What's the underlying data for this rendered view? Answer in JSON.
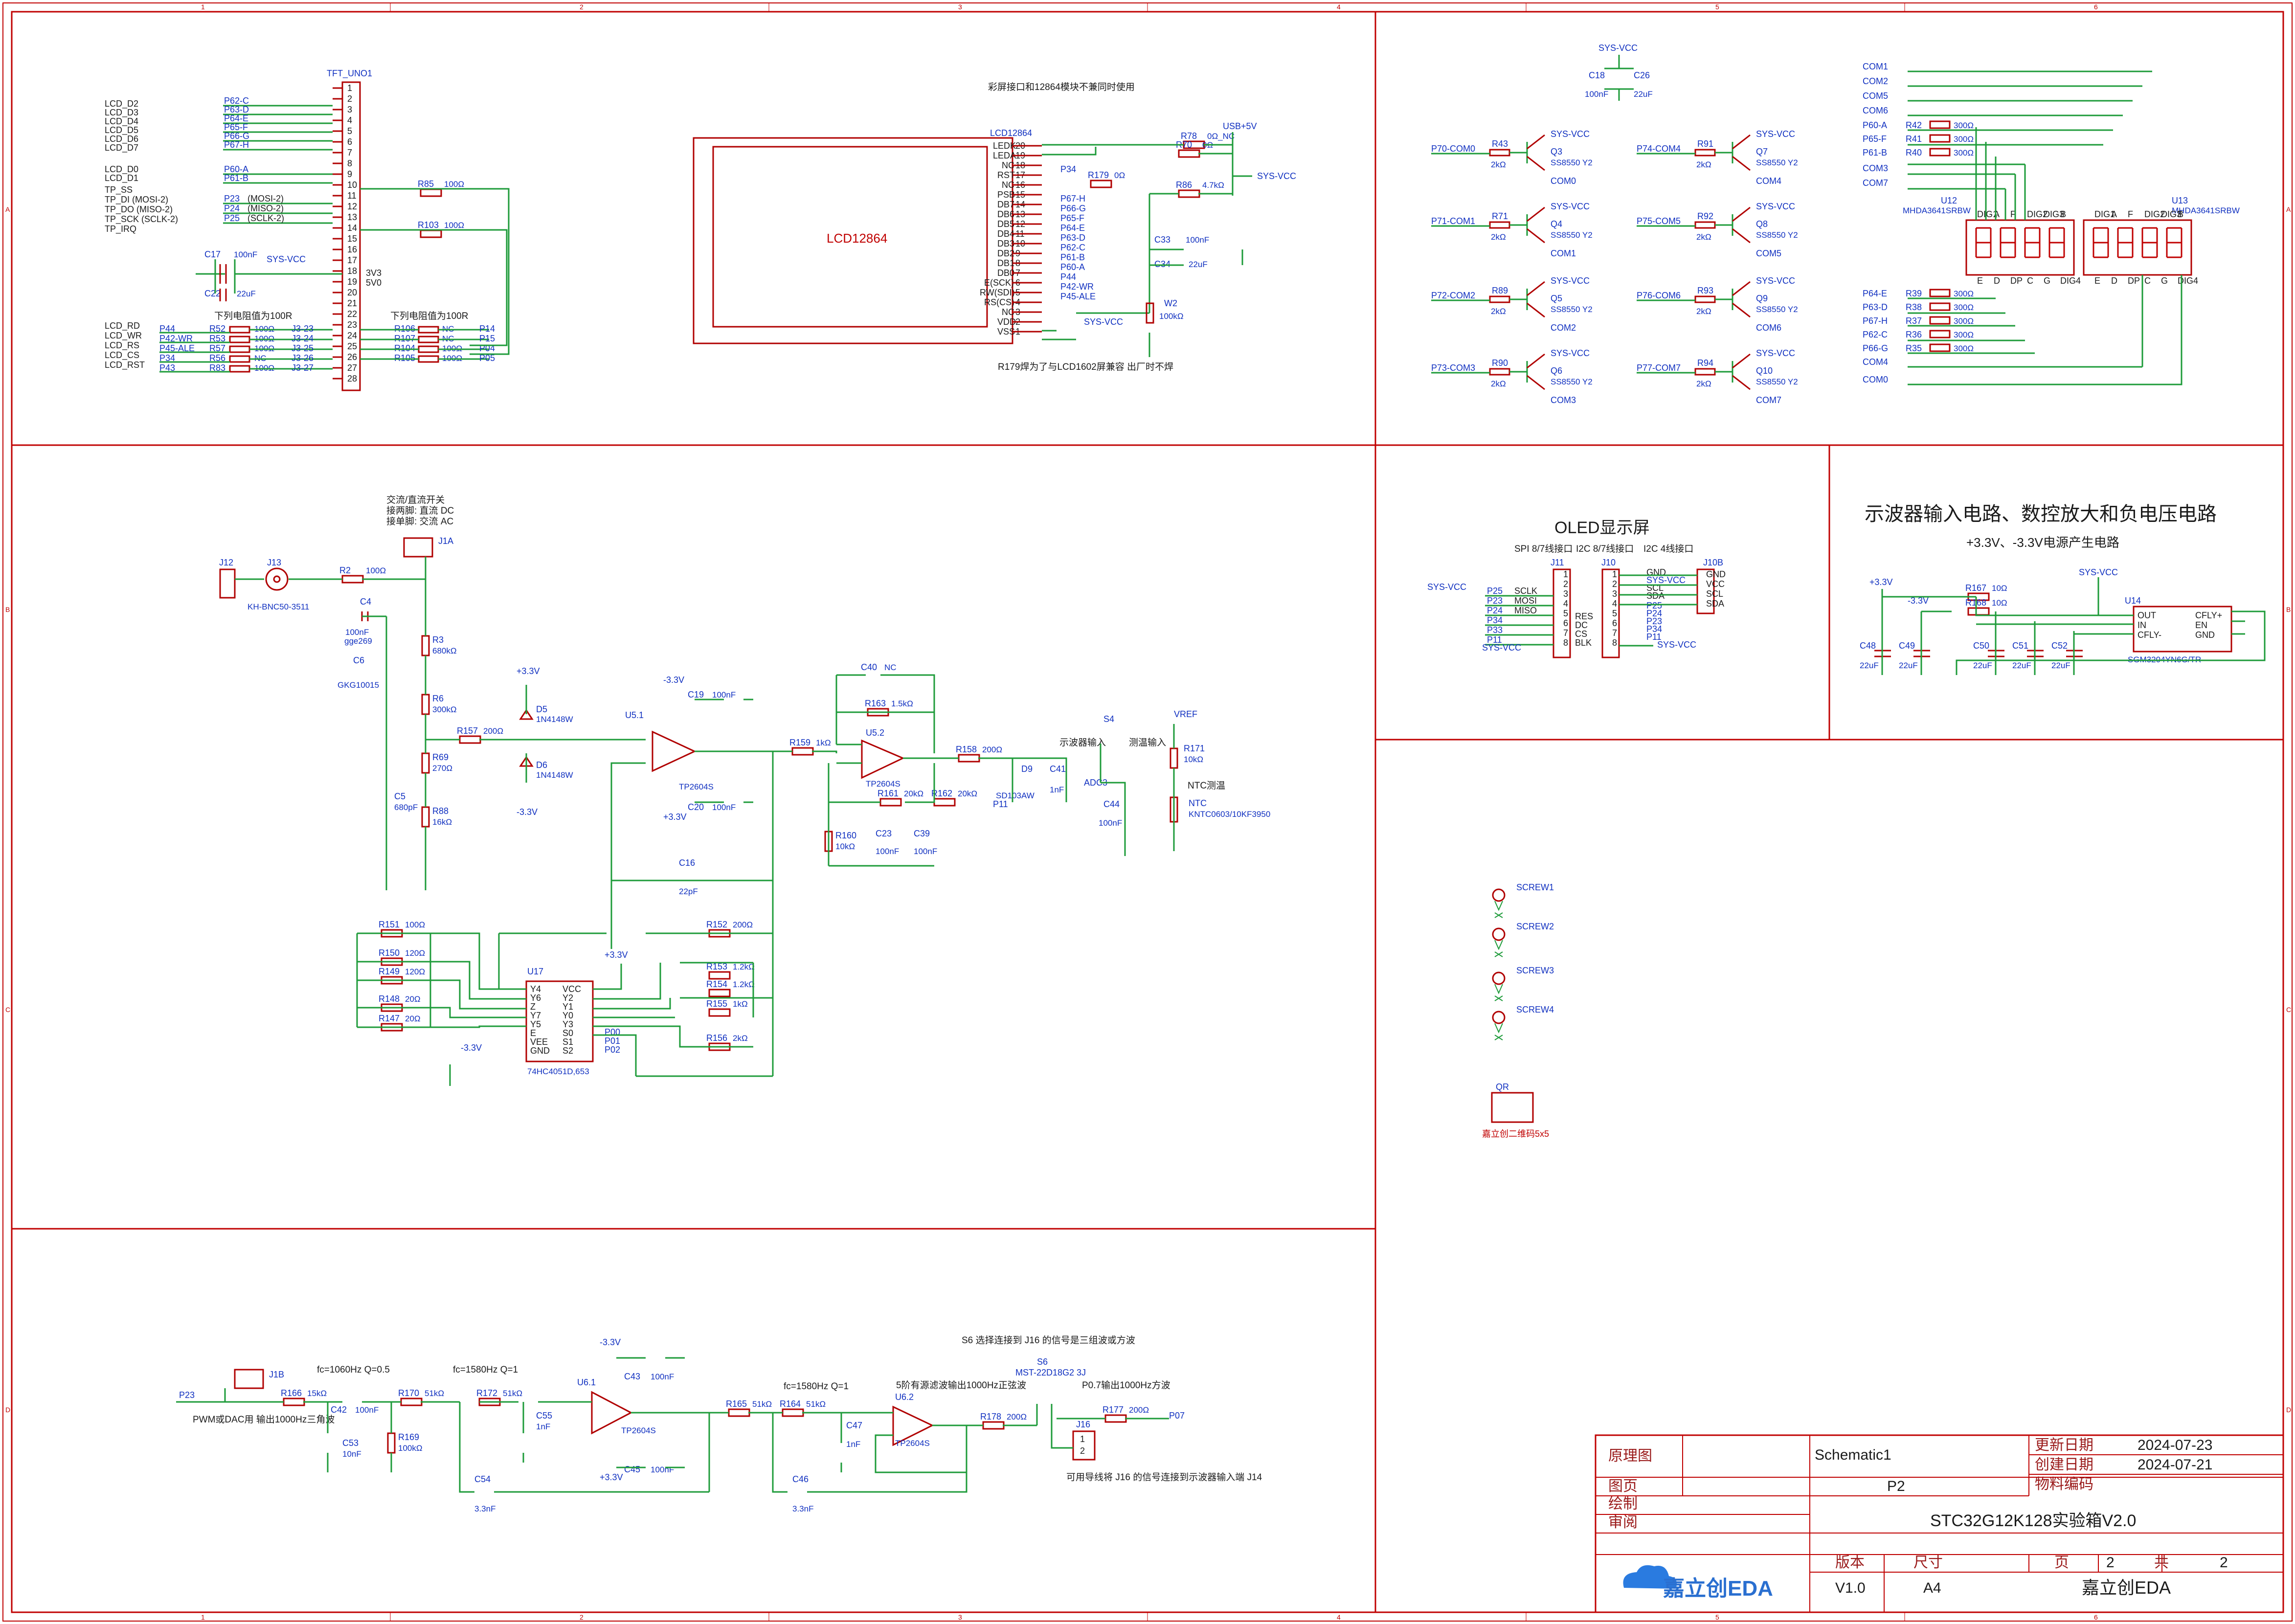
{
  "title_block": {
    "schematic_label": "原理图",
    "schematic_name": "Schematic1",
    "page_label": "图页",
    "page_name": "P2",
    "drawn_label": "绘制",
    "review_label": "审阅",
    "update_label": "更新日期",
    "update_date": "2024-07-23",
    "create_label": "创建日期",
    "create_date": "2024-07-21",
    "material_label": "物料编码",
    "project_name": "STC32G12K128实验箱V2.0",
    "version_label": "版本",
    "size_label": "尺寸",
    "page_word": "页",
    "page_num": "2",
    "total_word": "共",
    "total_num": "2",
    "version": "V1.0",
    "size": "A4",
    "company": "嘉立创EDA",
    "logo_text": "嘉立创EDA"
  },
  "border": {
    "cols": [
      "1",
      "2",
      "3",
      "4",
      "5",
      "6"
    ],
    "rows": [
      "A",
      "B",
      "C",
      "D"
    ]
  },
  "tft": {
    "ref": "TFT_UNO1",
    "left_nets": [
      "LCD_D2",
      "LCD_D3",
      "LCD_D4",
      "LCD_D5",
      "LCD_D6",
      "LCD_D7",
      "LCD_D0",
      "LCD_D1",
      "TP_SS",
      "TP_DI (MOSI-2)",
      "TP_DO (MISO-2)",
      "TP_SCK (SCLK-2)",
      "TP_IRQ",
      "LCD_RD",
      "LCD_WR",
      "LCD_RS",
      "LCD_CS",
      "LCD_RST"
    ],
    "ports": [
      "P62-C",
      "P63-D",
      "P64-E",
      "P65-F",
      "P66-G",
      "P67-H",
      "P60-A",
      "P61-B",
      "P23",
      "P24",
      "P25",
      "P44",
      "P42-WR",
      "P45-ALE",
      "P34",
      "P43"
    ],
    "spi_notes": [
      "(MOSI-2)",
      "(MISO-2)",
      "(SCLK-2)"
    ],
    "pins": [
      "1",
      "2",
      "3",
      "4",
      "5",
      "6",
      "7",
      "8",
      "9",
      "10",
      "11",
      "12",
      "13",
      "14",
      "15",
      "16",
      "17",
      "18",
      "19",
      "20",
      "21",
      "22",
      "23",
      "24",
      "25",
      "26",
      "27",
      "28"
    ],
    "rail_labels": [
      "3V3",
      "5V0"
    ],
    "resistors": [
      {
        "ref": "R85",
        "val": "100Ω"
      },
      {
        "ref": "R103",
        "val": "100Ω"
      },
      {
        "ref": "R52",
        "val": "100Ω"
      },
      {
        "ref": "R53",
        "val": "100Ω"
      },
      {
        "ref": "R57",
        "val": "100Ω"
      },
      {
        "ref": "R56",
        "val": "NC"
      },
      {
        "ref": "R83",
        "val": "100Ω"
      },
      {
        "ref": "R106",
        "val": "NC"
      },
      {
        "ref": "R107",
        "val": "NC"
      },
      {
        "ref": "R104",
        "val": "100Ω"
      },
      {
        "ref": "R105",
        "val": "100Ω"
      }
    ],
    "jumpers": [
      "J3-23",
      "J3-24",
      "J3-25",
      "J3-26",
      "J3-27"
    ],
    "right_ports": [
      "P14",
      "P15",
      "P04",
      "P05"
    ],
    "note_left": "下列电阻值为100R",
    "note_right": "下列电阻值为100R",
    "caps": [
      {
        "ref": "C17",
        "val": "100nF"
      },
      {
        "ref": "C22",
        "val": "22uF"
      }
    ],
    "vcc": "SYS-VCC"
  },
  "lcd12864": {
    "ref": "LCD12864",
    "label": "LCD12864",
    "note_top": "彩屏接口和12864模块不兼同时使用",
    "pins": [
      "LEDK",
      "LEDA",
      "NC",
      "RST",
      "NC",
      "PSB",
      "DB7",
      "DB6",
      "DB5",
      "DB4",
      "DB3",
      "DB2",
      "DB1",
      "DB0",
      "E(SCK)",
      "RW(SDI)",
      "RS(CS)",
      "NC",
      "VDD",
      "VSS"
    ],
    "pin_nums": [
      "20",
      "19",
      "18",
      "17",
      "16",
      "15",
      "14",
      "13",
      "12",
      "11",
      "10",
      "9",
      "8",
      "7",
      "6",
      "5",
      "4",
      "3",
      "2",
      "1"
    ],
    "nets": [
      "P34",
      "P67-H",
      "P66-G",
      "P65-F",
      "P64-E",
      "P63-D",
      "P62-C",
      "P61-B",
      "P60-A",
      "P44",
      "P42-WR",
      "P45-ALE"
    ],
    "parts": [
      {
        "ref": "R179",
        "val": "0Ω"
      },
      {
        "ref": "R78",
        "val": "0Ω_NC"
      },
      {
        "ref": "R70",
        "val": "0Ω"
      },
      {
        "ref": "R86",
        "val": "4.7kΩ"
      },
      {
        "ref": "C33",
        "val": "100nF"
      },
      {
        "ref": "C34",
        "val": "22uF"
      },
      {
        "ref": "W2",
        "val": "100kΩ"
      }
    ],
    "rails": [
      "USB+5V",
      "SYS-VCC",
      "SYS-VCC"
    ],
    "note_bottom": "R179焊为了与LCD1602屏兼容\n出厂时不焊"
  },
  "display": {
    "transistors": [
      {
        "net": "P70-COM0",
        "r": "R43",
        "rv": "2kΩ",
        "q": "Q3",
        "qv": "SS8550 Y2",
        "com": "COM0"
      },
      {
        "net": "P71-COM1",
        "r": "R71",
        "rv": "2kΩ",
        "q": "Q4",
        "qv": "SS8550 Y2",
        "com": "COM1"
      },
      {
        "net": "P72-COM2",
        "r": "R89",
        "rv": "2kΩ",
        "q": "Q5",
        "qv": "SS8550 Y2",
        "com": "COM2"
      },
      {
        "net": "P73-COM3",
        "r": "R90",
        "rv": "2kΩ",
        "q": "Q6",
        "qv": "SS8550 Y2",
        "com": "COM3"
      },
      {
        "net": "P74-COM4",
        "r": "R91",
        "rv": "2kΩ",
        "q": "Q7",
        "qv": "SS8550 Y2",
        "com": "COM4"
      },
      {
        "net": "P75-COM5",
        "r": "R92",
        "rv": "2kΩ",
        "q": "Q8",
        "qv": "SS8550 Y2",
        "com": "COM5"
      },
      {
        "net": "P76-COM6",
        "r": "R93",
        "rv": "2kΩ",
        "q": "Q9",
        "qv": "SS8550 Y2",
        "com": "COM6"
      },
      {
        "net": "P77-COM7",
        "r": "R94",
        "rv": "2kΩ",
        "q": "Q10",
        "qv": "SS8550 Y2",
        "com": "COM7"
      }
    ],
    "vcc": "SYS-VCC",
    "caps": [
      {
        "ref": "C18",
        "val": "100nF"
      },
      {
        "ref": "C26",
        "val": "22uF"
      }
    ],
    "com_nets": [
      "COM1",
      "COM2",
      "COM5",
      "COM6",
      "COM3",
      "COM7",
      "COM4",
      "COM0"
    ],
    "seg_top": [
      {
        "net": "P60-A",
        "ref": "R42",
        "val": "300Ω"
      },
      {
        "net": "P65-F",
        "ref": "R41",
        "val": "300Ω"
      },
      {
        "net": "P61-B",
        "ref": "R40",
        "val": "300Ω"
      }
    ],
    "seg_bot": [
      {
        "net": "P64-E",
        "ref": "R39",
        "val": "300Ω"
      },
      {
        "net": "P63-D",
        "ref": "R38",
        "val": "300Ω"
      },
      {
        "net": "P67-H",
        "ref": "R37",
        "val": "300Ω"
      },
      {
        "net": "P62-C",
        "ref": "R36",
        "val": "300Ω"
      },
      {
        "net": "P66-G",
        "ref": "R35",
        "val": "300Ω"
      }
    ],
    "u12": {
      "ref": "U12",
      "val": "MHDA3641SRBW"
    },
    "u13": {
      "ref": "U13",
      "val": "MHDA3641SRBW"
    },
    "digit_pins_top": [
      "DIG1",
      "A",
      "F",
      "DIG2",
      "DIG3",
      "B"
    ],
    "digit_pins_bot": [
      "E",
      "D",
      "DP",
      "C",
      "G",
      "DIG4"
    ]
  },
  "oled": {
    "title": "OLED显示屏",
    "sub": [
      "SPI 8/7线接口",
      "I2C 8/7线接口",
      "I2C 4线接口"
    ],
    "j11": "J11",
    "j10": "J10",
    "j10b": "J10B",
    "vcc": "SYS-VCC",
    "spi_nets": [
      "SCLK",
      "MOSI",
      "MISO"
    ],
    "spi_ports": [
      "P25",
      "P23",
      "P24",
      "P34",
      "P33",
      "P11"
    ],
    "spi_side": [
      "RES",
      "DC",
      "CS",
      "BLK"
    ],
    "i2c_sigs": [
      "GND",
      "SYS-VCC",
      "SCL",
      "SDA"
    ],
    "i2c_ports": [
      "P25",
      "P24",
      "P23",
      "P34",
      "P11"
    ],
    "j10b_pins": [
      "GND",
      "VCC",
      "SCL",
      "SDA"
    ],
    "pins8": [
      "1",
      "2",
      "3",
      "4",
      "5",
      "6",
      "7",
      "8"
    ]
  },
  "neg_supply": {
    "title": "示波器输入电路、数控放大和负电压电路",
    "subtitle": "+3.3V、-3.3V电源产生电路",
    "rails": [
      "+3.3V",
      "-3.3V",
      "SYS-VCC"
    ],
    "parts": [
      {
        "ref": "R167",
        "val": "10Ω"
      },
      {
        "ref": "R168",
        "val": "10Ω"
      },
      {
        "ref": "C48",
        "val": "22uF"
      },
      {
        "ref": "C49",
        "val": "22uF"
      },
      {
        "ref": "C50",
        "val": "22uF"
      },
      {
        "ref": "C51",
        "val": "22uF"
      },
      {
        "ref": "C52",
        "val": "22uF"
      }
    ],
    "u14": {
      "ref": "U14",
      "val": "SGM3204YN6G/TR",
      "pins_l": [
        "OUT",
        "IN",
        "CFLY-"
      ],
      "pins_r": [
        "CFLY+",
        "EN",
        "GND"
      ]
    }
  },
  "scope": {
    "j12": "J12",
    "j13": "J13",
    "j13v": "KH-BNC50-3511",
    "j1a": "J1A",
    "switch_note": [
      "交流/直流开关",
      "接两脚: 直流 DC",
      "接单脚: 交流 AC"
    ],
    "parts": [
      {
        "ref": "R2",
        "val": "100Ω"
      },
      {
        "ref": "C4",
        "val": "100nF"
      },
      {
        "ref": "C6",
        "val": "GKG10015"
      },
      {
        "ref": "R3",
        "val": "680kΩ"
      },
      {
        "ref": "R6",
        "val": "300kΩ"
      },
      {
        "ref": "R69",
        "val": "270Ω"
      },
      {
        "ref": "R88",
        "val": "16kΩ"
      },
      {
        "ref": "C5",
        "val": "680pF"
      },
      {
        "ref": "R157",
        "val": "200Ω"
      },
      {
        "ref": "D5",
        "val": "1N4148W"
      },
      {
        "ref": "D6",
        "val": "1N4148W"
      },
      {
        "ref": "U5.1",
        "val": "TP2604S"
      },
      {
        "ref": "C19",
        "val": "100nF"
      },
      {
        "ref": "C20",
        "val": "100nF"
      },
      {
        "ref": "C16",
        "val": "22pF"
      },
      {
        "ref": "R159",
        "val": "1kΩ"
      },
      {
        "ref": "C40",
        "val": "NC"
      },
      {
        "ref": "R163",
        "val": "1.5kΩ"
      },
      {
        "ref": "U5.2",
        "val": "TP2604S"
      },
      {
        "ref": "R158",
        "val": "200Ω"
      },
      {
        "ref": "D9",
        "val": "SD103AW"
      },
      {
        "ref": "C41",
        "val": "1nF"
      },
      {
        "ref": "R161",
        "val": "20kΩ"
      },
      {
        "ref": "R162",
        "val": "20kΩ"
      },
      {
        "ref": "R160",
        "val": "10kΩ"
      },
      {
        "ref": "C23",
        "val": "100nF"
      },
      {
        "ref": "C39",
        "val": "100nF"
      },
      {
        "ref": "C44",
        "val": "100nF"
      },
      {
        "ref": "R171",
        "val": "10kΩ"
      },
      {
        "ref": "NTC",
        "val": "KNTC0603/10KF3950"
      }
    ],
    "gge": "gge269",
    "rails": [
      "+3.3V",
      "-3.3V",
      "-3.3V",
      "+3.3V",
      "VREF"
    ],
    "s4": "S4",
    "adc": "ADC3",
    "p11": "P11",
    "s4_labels": [
      "示波器输入",
      "测温输入"
    ],
    "ntc_label": "NTC测温"
  },
  "gain": {
    "u17": {
      "ref": "U17",
      "val": "74HC4051D,653",
      "pins_l": [
        "Y4",
        "Y6",
        "Z",
        "Y7",
        "Y5",
        "E",
        "VEE",
        "GND"
      ],
      "pins_r": [
        "VCC",
        "Y2",
        "Y1",
        "Y0",
        "Y3",
        "S0",
        "S1",
        "S2"
      ]
    },
    "parts": [
      {
        "ref": "R151",
        "val": "100Ω"
      },
      {
        "ref": "R150",
        "val": "120Ω"
      },
      {
        "ref": "R149",
        "val": "120Ω"
      },
      {
        "ref": "R148",
        "val": "20Ω"
      },
      {
        "ref": "R147",
        "val": "20Ω"
      },
      {
        "ref": "R152",
        "val": "200Ω"
      },
      {
        "ref": "R153",
        "val": "1.2kΩ"
      },
      {
        "ref": "R154",
        "val": "1.2kΩ"
      },
      {
        "ref": "R155",
        "val": "1kΩ"
      },
      {
        "ref": "R156",
        "val": "2kΩ"
      }
    ],
    "rails": [
      "+3.3V",
      "-3.3V"
    ],
    "ports": [
      "P00",
      "P01",
      "P02"
    ]
  },
  "pwm": {
    "net": "P23",
    "j1b": "J1B",
    "note": "PWM或DAC用\n输出1000Hz三角波",
    "fc1": "fc=1060Hz Q=0.5",
    "fc2": "fc=1580Hz Q=1",
    "fc3": "fc=1580Hz Q=1",
    "parts": [
      {
        "ref": "R166",
        "val": "15kΩ"
      },
      {
        "ref": "C42",
        "val": "100nF"
      },
      {
        "ref": "C53",
        "val": "10nF"
      },
      {
        "ref": "R169",
        "val": "100kΩ"
      },
      {
        "ref": "R170",
        "val": "51kΩ"
      },
      {
        "ref": "R172",
        "val": "51kΩ"
      },
      {
        "ref": "C55",
        "val": "1nF"
      },
      {
        "ref": "C54",
        "val": "3.3nF"
      },
      {
        "ref": "U6.1",
        "val": "TP2604S"
      },
      {
        "ref": "C43",
        "val": "100nF"
      },
      {
        "ref": "C45",
        "val": "100nF"
      },
      {
        "ref": "R165",
        "val": "51kΩ"
      },
      {
        "ref": "R164",
        "val": "51kΩ"
      },
      {
        "ref": "C47",
        "val": "1nF"
      },
      {
        "ref": "C46",
        "val": "3.3nF"
      },
      {
        "ref": "U6.2",
        "val": "TP2604S"
      },
      {
        "ref": "R178",
        "val": "200Ω"
      },
      {
        "ref": "R177",
        "val": "200Ω"
      }
    ],
    "rails": [
      "-3.3V",
      "+3.3V"
    ],
    "s6": "S6",
    "s6v": "MST-22D18G2 3J",
    "j16": "J16",
    "p07": "P07",
    "notes": [
      "S6 选择连接到 J16 的信号是三组波或方波",
      "5阶有源滤波输出1000Hz正弦波",
      "P0.7输出1000Hz方波",
      "可用导线将 J16 的信号连接到示波器输入端 J14"
    ]
  },
  "misc": {
    "screws": [
      "SCREW1",
      "SCREW2",
      "SCREW3",
      "SCREW4"
    ],
    "qr": "QR",
    "qr_label": "嘉立创二维码5x5"
  }
}
